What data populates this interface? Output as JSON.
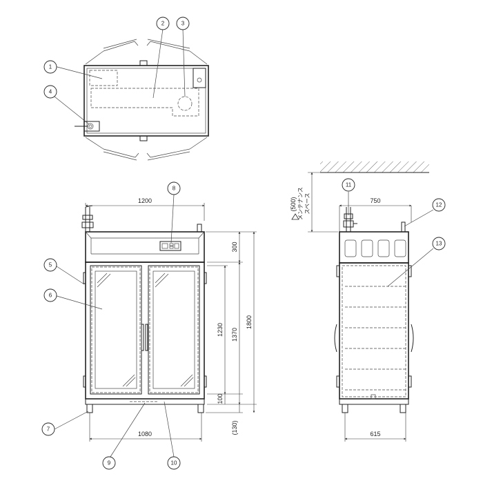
{
  "dimensions": {
    "overall_width": "1200",
    "body_width": "1080",
    "side_depth": "750",
    "side_body_depth": "615",
    "top_section": "300",
    "door_height": "1230",
    "body_height": "1370",
    "overall_height": "1800",
    "bottom_section": "100",
    "leg_height": "(130)",
    "maintenance_clearance": "(500)"
  },
  "maintenance_text": "メンテナンス",
  "space_text": "スペース",
  "callouts": [
    "1",
    "2",
    "3",
    "4",
    "5",
    "6",
    "7",
    "8",
    "9",
    "10",
    "11",
    "12",
    "13"
  ]
}
